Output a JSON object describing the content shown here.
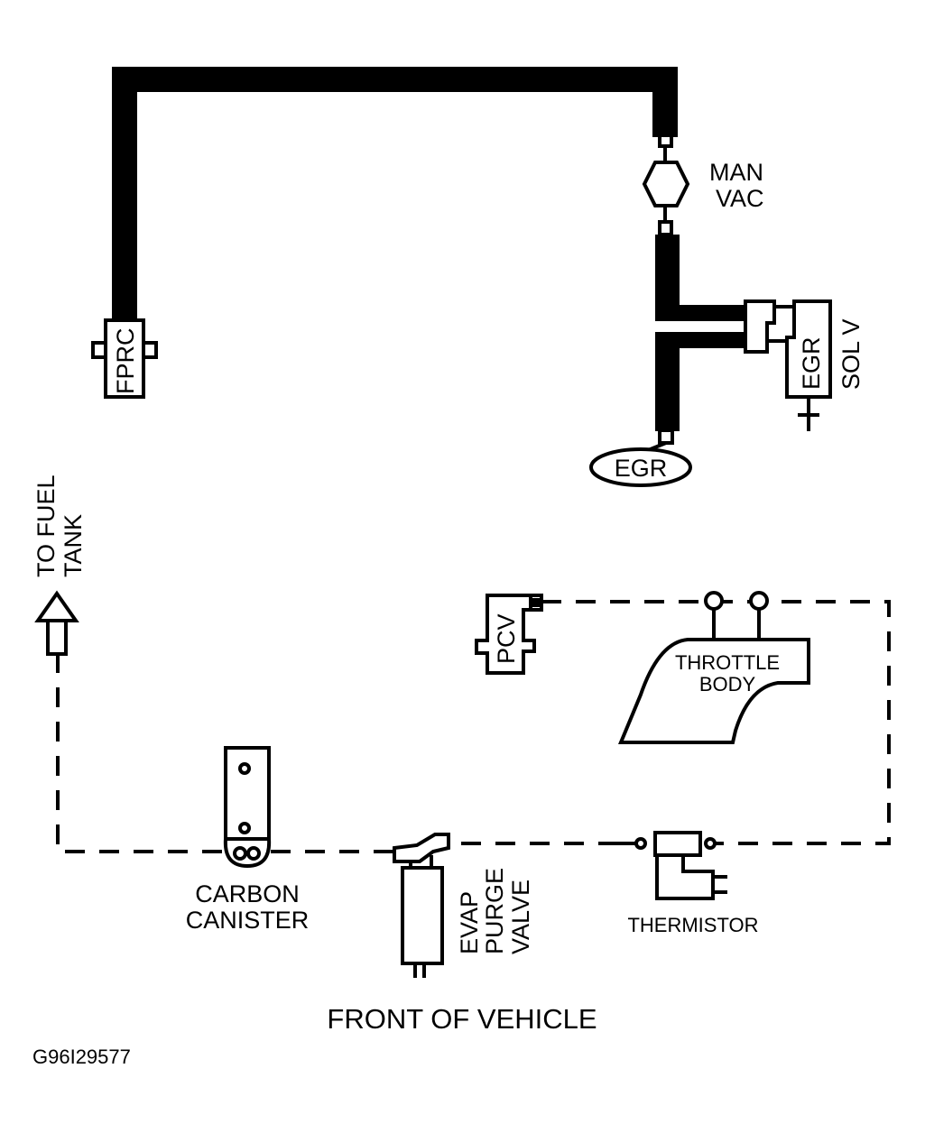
{
  "diagram": {
    "type": "vacuum hose routing diagram",
    "colors": {
      "ink": "#000000",
      "background": "#ffffff"
    },
    "components": {
      "fprc": {
        "label": "FPRC"
      },
      "man_vac": {
        "label_line1": "MAN",
        "label_line2": "VAC"
      },
      "egr_sol_v": {
        "inner_label": "EGR",
        "side_label": "SOL V"
      },
      "egr": {
        "label": "EGR"
      },
      "to_fuel_tank": {
        "label_line1": "TO FUEL",
        "label_line2": "TANK"
      },
      "pcv": {
        "label": "PCV"
      },
      "throttle_body": {
        "label_line1": "THROTTLE",
        "label_line2": "BODY"
      },
      "carbon_canister": {
        "label_line1": "CARBON",
        "label_line2": "CANISTER"
      },
      "evap_purge_valve": {
        "label_line1": "EVAP",
        "label_line2": "PURGE",
        "label_line3": "VALVE"
      },
      "thermistor": {
        "label": "THERMISTOR"
      }
    },
    "orientation_label": "FRONT OF VEHICLE",
    "figure_code": "G96I29577"
  }
}
